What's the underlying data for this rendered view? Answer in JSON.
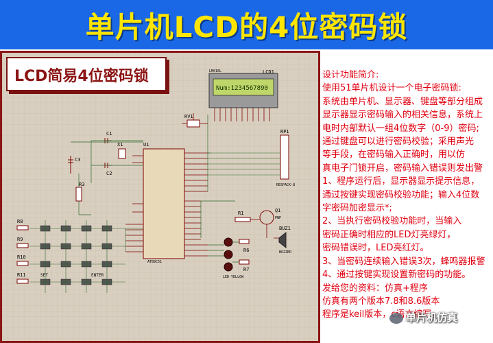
{
  "banner": {
    "title": "单片机LCD的4位密码锁"
  },
  "subtitle": "LCD简易4位密码锁",
  "circuit": {
    "lcd_part": "LM016L",
    "lcd_name": "LCD1",
    "lcd_text": "Num:1234567890",
    "rv": "RV1",
    "mcu": "U1",
    "mcu_part": "AT89C51",
    "rp": "RP1",
    "rp_part": "RESPACK-8",
    "c1": "C1",
    "c2": "C2",
    "c3": "C3",
    "x1": "X1",
    "r3": "R3",
    "r1": "R1",
    "q1": "Q1",
    "q1_part": "PNP",
    "buz": "BUZ1",
    "buz_part": "BUZZER",
    "r6": "R6",
    "r7": "R7",
    "r8": "R8",
    "r9": "R9",
    "r10": "R10",
    "r11": "R11",
    "led_label": "LED-YELLOW",
    "key_set": "SET",
    "key_enter": "ENTER"
  },
  "description": [
    "设计功能简介:",
    "使用51单片机设计一个电子密码锁:",
    "系统由单片机、显示器、键盘等部分组成",
    "显示器显示密码输入的相关信息，系统上",
    "电时内部默认一组4位数字（0-9）密码;",
    "通过键盘可以进行密码校验；采用声光",
    "等手段，在密码输入正确时，用以仿",
    "真电子门锁开启，密码输入错误则发出警",
    "1、程序运行后，显示器显示提示信息，",
    "通过按键实现密码校验功能；输入4位数",
    "字密码加密显示*;",
    "2、当执行密码校验功能时，当输入",
    "密码正确时相应的LED灯亮绿灯，",
    "密码错误时，LED亮红灯。",
    "3、当密码连续输入错误3次，蜂鸣器报警",
    "4、通过按键实现设置新密码的功能。",
    "发给您的资料：仿真+程序",
    "仿真有两个版本7.8和8.6版本",
    "程序是keil版本，c语言编写。"
  ],
  "watermark": "单片机仿真",
  "colors": {
    "banner": "#1b68e6",
    "title": "#ffe600",
    "frame": "#8b1414",
    "desc_text": "#e00010"
  }
}
